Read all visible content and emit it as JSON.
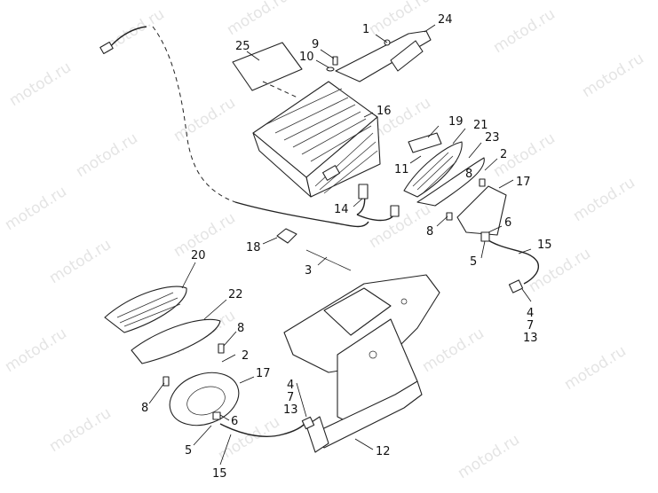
{
  "watermark": {
    "text": "motod.ru"
  },
  "callouts": [
    {
      "id": "c1",
      "text": "1"
    },
    {
      "id": "c24",
      "text": "24"
    },
    {
      "id": "c25",
      "text": "25"
    },
    {
      "id": "c9",
      "text": "9"
    },
    {
      "id": "c10",
      "text": "10"
    },
    {
      "id": "c16",
      "text": "16"
    },
    {
      "id": "c19",
      "text": "19"
    },
    {
      "id": "c21",
      "text": "21"
    },
    {
      "id": "c23",
      "text": "23"
    },
    {
      "id": "c11",
      "text": "11"
    },
    {
      "id": "c2a",
      "text": "2"
    },
    {
      "id": "c8a",
      "text": "8"
    },
    {
      "id": "c17a",
      "text": "17"
    },
    {
      "id": "c14",
      "text": "14"
    },
    {
      "id": "c8b",
      "text": "8"
    },
    {
      "id": "c6a",
      "text": "6"
    },
    {
      "id": "c15a",
      "text": "15"
    },
    {
      "id": "c18",
      "text": "18"
    },
    {
      "id": "c5a",
      "text": "5"
    },
    {
      "id": "c3",
      "text": "3"
    },
    {
      "id": "c20",
      "text": "20"
    },
    {
      "id": "c4a",
      "text": "4"
    },
    {
      "id": "c7a",
      "text": "7"
    },
    {
      "id": "c13a",
      "text": "13"
    },
    {
      "id": "c22",
      "text": "22"
    },
    {
      "id": "c8c",
      "text": "8"
    },
    {
      "id": "c2b",
      "text": "2"
    },
    {
      "id": "c17b",
      "text": "17"
    },
    {
      "id": "c4b",
      "text": "4"
    },
    {
      "id": "c7b",
      "text": "7"
    },
    {
      "id": "c13b",
      "text": "13"
    },
    {
      "id": "c8d",
      "text": "8"
    },
    {
      "id": "c6b",
      "text": "6"
    },
    {
      "id": "c5b",
      "text": "5"
    },
    {
      "id": "c12",
      "text": "12"
    },
    {
      "id": "c15b",
      "text": "15"
    }
  ]
}
